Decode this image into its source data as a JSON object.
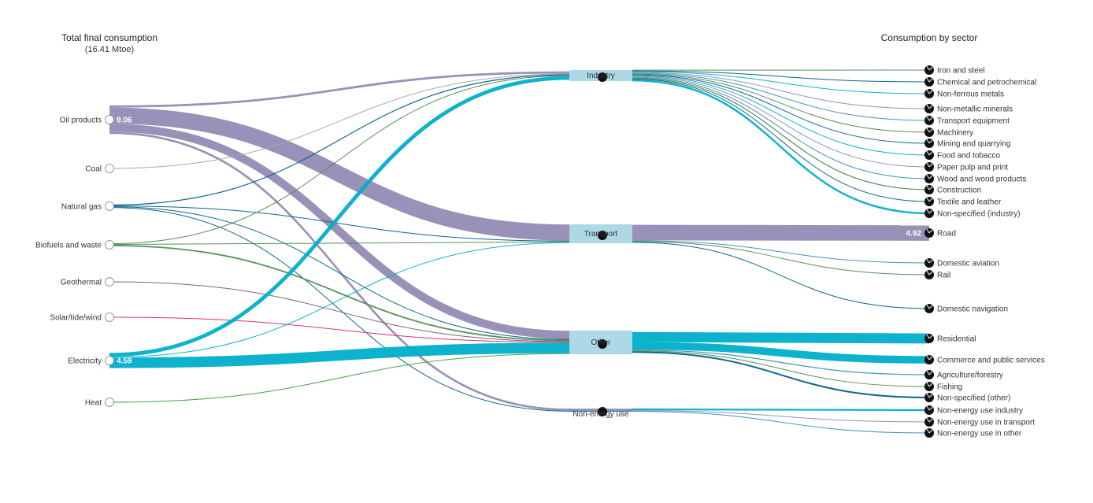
{
  "headers": {
    "left_title": "Total final consumption",
    "left_subtitle": "(16.41 Mtoe)",
    "right_title": "Consumption by sector"
  },
  "chart_data": {
    "type": "sankey",
    "unit": "Mtoe",
    "total": 16.41,
    "sources": [
      {
        "id": "oil",
        "name": "Oil products",
        "value": 9.06,
        "color": "#948bb4",
        "value_label": "9.06"
      },
      {
        "id": "coal",
        "name": "Coal",
        "value": 0.01,
        "color": "#a6a6a6"
      },
      {
        "id": "gas",
        "name": "Natural gas",
        "value": 0.5,
        "color": "#005f87"
      },
      {
        "id": "bio",
        "name": "Biofuels and waste",
        "value": 0.6,
        "color": "#4e8a4e"
      },
      {
        "id": "geo",
        "name": "Geothermal",
        "value": 0.01,
        "color": "#7a5c6a"
      },
      {
        "id": "solar",
        "name": "Solar/tide/wind",
        "value": 0.02,
        "color": "#d6267c"
      },
      {
        "id": "elec",
        "name": "Electricity",
        "value": 4.59,
        "color": "#00aec9",
        "value_label": "4.59"
      },
      {
        "id": "heat",
        "name": "Heat",
        "value": 0.02,
        "color": "#3f9b3f"
      }
    ],
    "sectors": [
      {
        "id": "industry",
        "name": "Industry"
      },
      {
        "id": "transport",
        "name": "Transport"
      },
      {
        "id": "other",
        "name": "Other"
      },
      {
        "id": "nonenergy",
        "name": "Non-energy use"
      }
    ],
    "flows": [
      {
        "source": "oil",
        "sector": "industry",
        "value": 0.7
      },
      {
        "source": "oil",
        "sector": "transport",
        "value": 5.1
      },
      {
        "source": "oil",
        "sector": "other",
        "value": 2.6
      },
      {
        "source": "oil",
        "sector": "nonenergy",
        "value": 0.66
      },
      {
        "source": "coal",
        "sector": "industry",
        "value": 0.01
      },
      {
        "source": "gas",
        "sector": "industry",
        "value": 0.3
      },
      {
        "source": "gas",
        "sector": "transport",
        "value": 0.03
      },
      {
        "source": "gas",
        "sector": "other",
        "value": 0.15
      },
      {
        "source": "gas",
        "sector": "nonenergy",
        "value": 0.02
      },
      {
        "source": "bio",
        "sector": "industry",
        "value": 0.1
      },
      {
        "source": "bio",
        "sector": "transport",
        "value": 0.05
      },
      {
        "source": "bio",
        "sector": "other",
        "value": 0.45
      },
      {
        "source": "geo",
        "sector": "other",
        "value": 0.01
      },
      {
        "source": "solar",
        "sector": "other",
        "value": 0.02
      },
      {
        "source": "elec",
        "sector": "industry",
        "value": 1.2
      },
      {
        "source": "elec",
        "sector": "transport",
        "value": 0.04
      },
      {
        "source": "elec",
        "sector": "other",
        "value": 3.35
      },
      {
        "source": "heat",
        "sector": "other",
        "value": 0.02
      }
    ],
    "end_uses": [
      {
        "sector": "industry",
        "name": "Iron and steel",
        "value": 0.1
      },
      {
        "sector": "industry",
        "name": "Chemical and petrochemical",
        "value": 0.15
      },
      {
        "sector": "industry",
        "name": "Non-ferrous metals",
        "value": 0.1
      },
      {
        "sector": "industry",
        "name": "Non-metallic minerals",
        "value": 0.2
      },
      {
        "sector": "industry",
        "name": "Transport equipment",
        "value": 0.05
      },
      {
        "sector": "industry",
        "name": "Machinery",
        "value": 0.1
      },
      {
        "sector": "industry",
        "name": "Mining and quarrying",
        "value": 0.1
      },
      {
        "sector": "industry",
        "name": "Food and tobacco",
        "value": 0.25
      },
      {
        "sector": "industry",
        "name": "Paper pulp and print",
        "value": 0.15
      },
      {
        "sector": "industry",
        "name": "Wood and wood products",
        "value": 0.1
      },
      {
        "sector": "industry",
        "name": "Construction",
        "value": 0.3
      },
      {
        "sector": "industry",
        "name": "Textile and leather",
        "value": 0.1
      },
      {
        "sector": "industry",
        "name": "Non-specified (industry)",
        "value": 0.61
      },
      {
        "sector": "transport",
        "name": "Road",
        "value": 4.92,
        "value_label": "4.92"
      },
      {
        "sector": "transport",
        "name": "Domestic aviation",
        "value": 0.05
      },
      {
        "sector": "transport",
        "name": "Rail",
        "value": 0.07
      },
      {
        "sector": "transport",
        "name": "Domestic navigation",
        "value": 0.18
      },
      {
        "sector": "other",
        "name": "Residential",
        "value": 3.2
      },
      {
        "sector": "other",
        "name": "Commerce and public services",
        "value": 2.4
      },
      {
        "sector": "other",
        "name": "Agriculture/forestry",
        "value": 0.3
      },
      {
        "sector": "other",
        "name": "Fishing",
        "value": 0.2
      },
      {
        "sector": "other",
        "name": "Non-specified (other)",
        "value": 0.5
      },
      {
        "sector": "nonenergy",
        "name": "Non-energy use industry",
        "value": 0.55
      },
      {
        "sector": "nonenergy",
        "name": "Non-energy use in transport",
        "value": 0.08
      },
      {
        "sector": "nonenergy",
        "name": "Non-energy use in other",
        "value": 0.05
      }
    ]
  }
}
